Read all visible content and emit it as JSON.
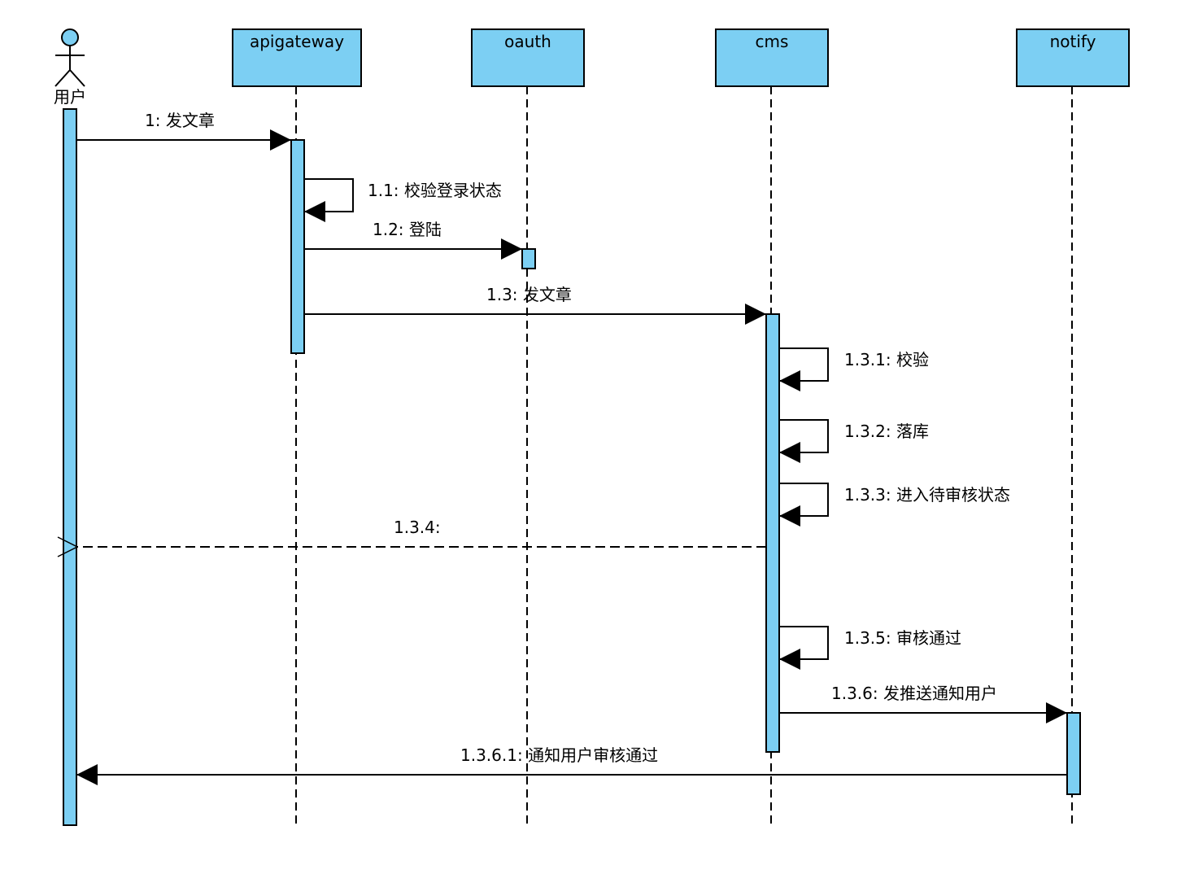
{
  "colors": {
    "fill": "#7ccff3",
    "stroke": "#000000"
  },
  "actor": {
    "name": "用户"
  },
  "participants": [
    {
      "id": "apigateway",
      "name": "apigateway"
    },
    {
      "id": "oauth",
      "name": "oauth"
    },
    {
      "id": "cms",
      "name": "cms"
    },
    {
      "id": "notify",
      "name": "notify"
    }
  ],
  "messages": [
    {
      "label": "1: 发文章"
    },
    {
      "label": "1.1: 校验登录状态"
    },
    {
      "label": "1.2: 登陆"
    },
    {
      "label": "1.3: 发文章"
    },
    {
      "label": "1.3.1: 校验"
    },
    {
      "label": "1.3.2: 落库"
    },
    {
      "label": "1.3.3: 进入待审核状态"
    },
    {
      "label": "1.3.4:"
    },
    {
      "label": "1.3.5: 审核通过"
    },
    {
      "label": "1.3.6: 发推送通知用户"
    },
    {
      "label": "1.3.6.1: 通知用户审核通过"
    }
  ]
}
